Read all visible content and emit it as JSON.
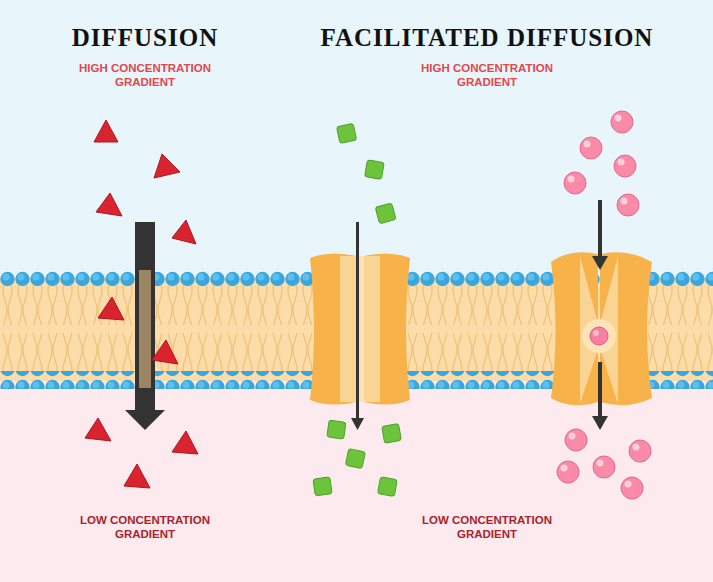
{
  "diagram": {
    "labels": [
      "DIFFUSION",
      "HIGH CONCENTRATION GRADIENT",
      "LOW CONCENTRATION GRADIENT",
      "FACILITATED DIFFUSION",
      "HIGH CONCENTRATION GRADIENT",
      "LOW CONCENTRATION GRADIENT"
    ]
  }
}
